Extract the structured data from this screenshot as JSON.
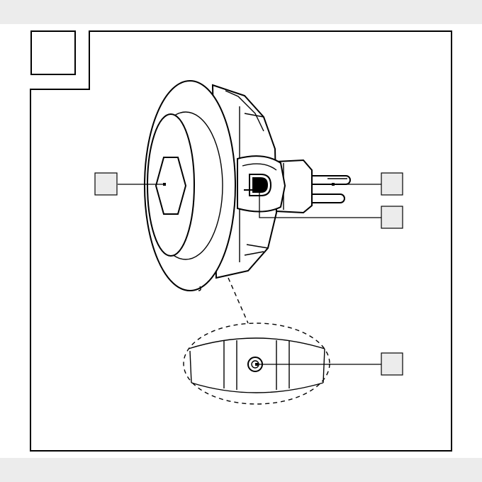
{
  "figure": {
    "background": "#ffffff",
    "band_color": "#ececec",
    "callout_fill": "#ececec",
    "line_color": "#000000",
    "figure_number_box_text": "",
    "callouts": [
      {
        "id": "lens-callout",
        "label": ""
      },
      {
        "id": "plug-pin-callout",
        "label": ""
      },
      {
        "id": "switch-callout",
        "label": ""
      },
      {
        "id": "sensor-callout",
        "label": ""
      }
    ]
  }
}
